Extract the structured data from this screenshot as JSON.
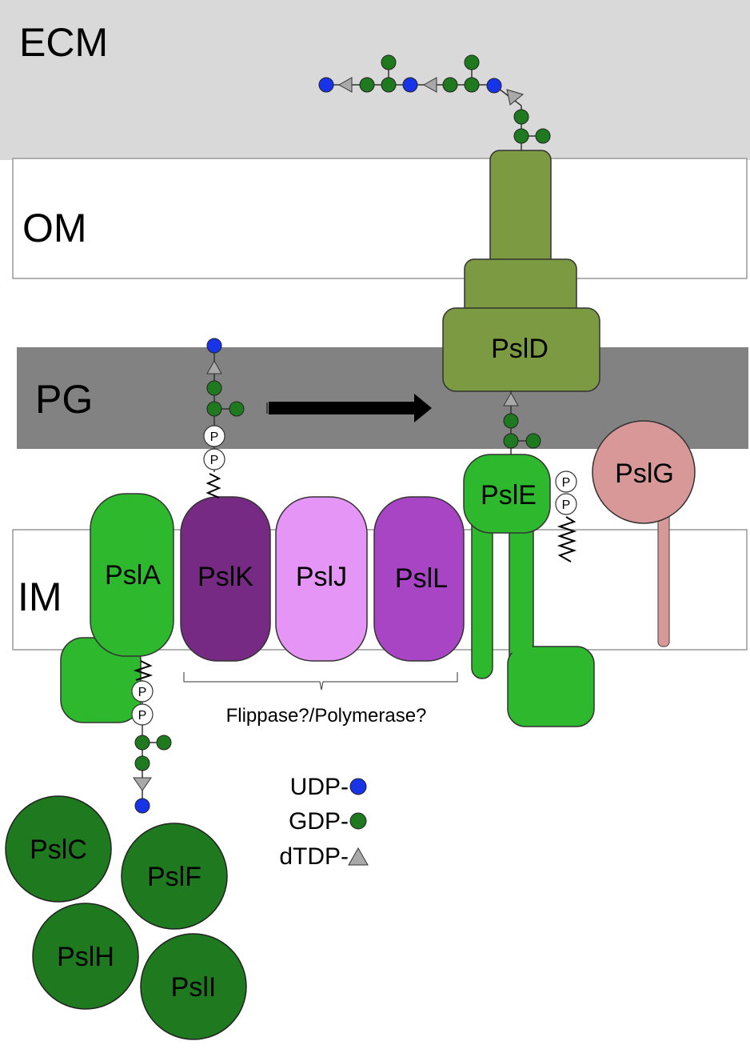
{
  "layers": {
    "ecm": "ECM",
    "om": "OM",
    "pg": "PG",
    "im": "IM"
  },
  "proteins": {
    "psla": "PslA",
    "pslk": "PslK",
    "pslj": "PslJ",
    "psll": "PslL",
    "psle": "PslE",
    "psld": "PslD",
    "pslg": "PslG",
    "pslc": "PslC",
    "pslf": "PslF",
    "pslh": "PslH",
    "psli": "PslI"
  },
  "phosphate_label": "P",
  "bracket_label": "Flippase?/Polymerase?",
  "legend": {
    "udp": "UDP-",
    "gdp": "GDP-",
    "dtdp": "dTDP-"
  },
  "colors": {
    "ecm": "#d9d9d9",
    "pg": "#828282",
    "membrane": "#ffffff",
    "bright_green": "#2db82d",
    "olive": "#7b9a42",
    "dark_green": "#1f7a1f",
    "pslk": "#762a83",
    "pslj": "#e595f5",
    "psll": "#a845c4",
    "pslg": "#d99898",
    "udp": "#1834e8",
    "gdp": "#1f7a1f",
    "dtdp": "#a9a9a9"
  }
}
